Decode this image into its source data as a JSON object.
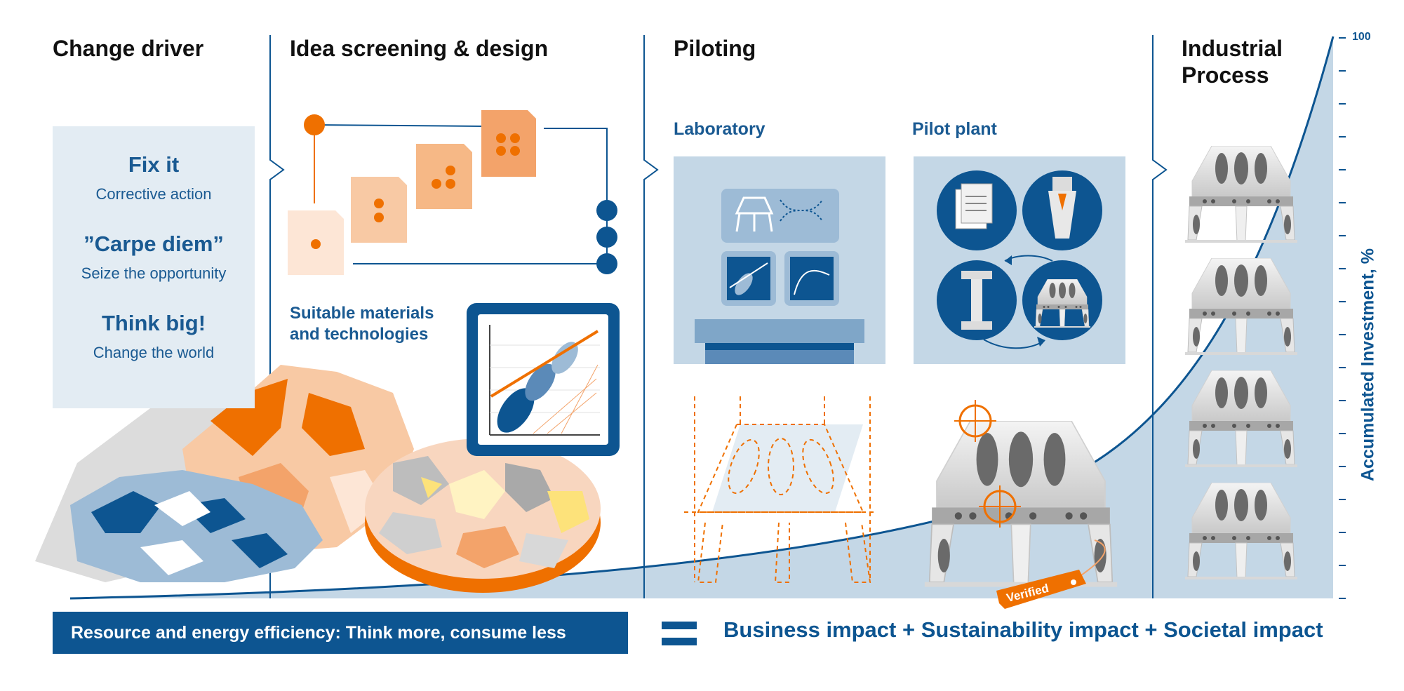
{
  "stages": {
    "change_driver": "Change driver",
    "idea": "Idea screening & design",
    "piloting": "Piloting",
    "industrial_line1": "Industrial",
    "industrial_line2": "Process"
  },
  "piloting_subs": {
    "laboratory": "Laboratory",
    "pilot_plant": "Pilot plant"
  },
  "drivers": [
    {
      "title": "Fix it",
      "subtitle": "Corrective action"
    },
    {
      "title": "”Carpe diem”",
      "subtitle": "Seize the opportunity"
    },
    {
      "title": "Think big!",
      "subtitle": "Change the world"
    }
  ],
  "materials_label_line1": "Suitable materials",
  "materials_label_line2": "and technologies",
  "verified_tag": "Verified",
  "axis": {
    "label": "Accumulated Investment, %",
    "max_tick": "100"
  },
  "footer": {
    "efficiency_text": "Resource and energy efficiency: Think more, consume less",
    "impact_text": "Business impact + Sustainability impact + Societal impact"
  },
  "colors": {
    "brand_blue": "#0d5591",
    "light_blue": "#c4d7e6",
    "orange": "#ef7000",
    "light_orange": "#f6b886"
  }
}
